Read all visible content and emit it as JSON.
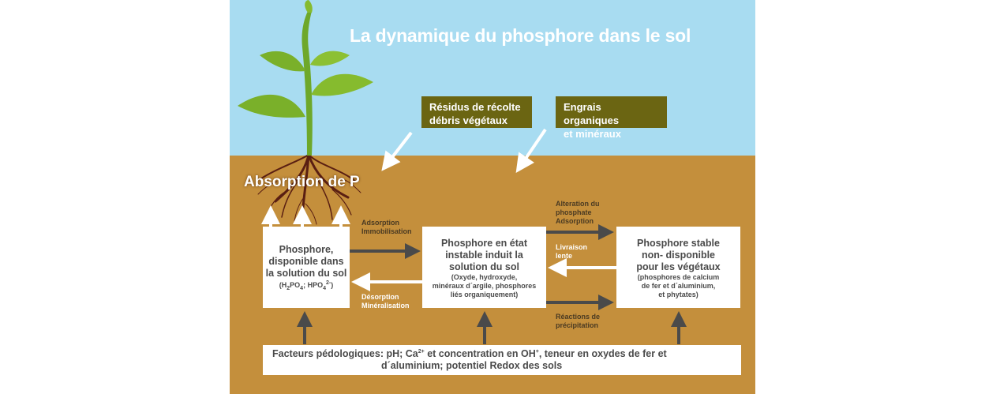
{
  "title": "La dynamique du phosphore dans le sol",
  "colors": {
    "sky": "#a8dcf1",
    "soil": "#c48f3c",
    "label_box": "#6b6512",
    "arrow_dark": "#4a4a4a",
    "arrow_light": "#ffffff",
    "plant": "#7ab02a",
    "root": "#5a1f12"
  },
  "icons": [
    "plant-icon",
    "roots-icon"
  ],
  "inputs": {
    "residues": [
      "Résidus de récolte",
      "débris végétaux"
    ],
    "fertilizers": [
      "Engrais organiques",
      "et minéraux"
    ]
  },
  "absorption_label": "Absorption de P",
  "boxes": {
    "available": {
      "main": [
        "Phosphore,",
        "disponible dans",
        "la solution du sol"
      ],
      "formula": {
        "a": "(H",
        "a_sub": "2",
        "b": "PO",
        "b_sub": "4",
        "c": "; HPO",
        "c_sub": "4",
        "c_sup": "2-",
        "d": ")"
      }
    },
    "unstable": {
      "main": [
        "Phosphore en état",
        "instable induit la",
        "solution du sol"
      ],
      "sub": [
        "(Oxyde, hydroxyde,",
        "minéraux d´argile, phosphores",
        "liés organiquement)"
      ]
    },
    "stable": {
      "main": [
        "Phosphore stable",
        "non- disponible",
        "pour les végétaux"
      ],
      "sub": [
        "(phosphores de calcium",
        "de fer et d´aluminium,",
        "et phytates)"
      ]
    }
  },
  "arrow_labels": {
    "adsorption": [
      "Adsorption",
      "Immobilisation"
    ],
    "desorption": [
      "Désorption",
      "Minéralisation"
    ],
    "alteration": [
      "Alteration du",
      "phosphate",
      "Adsorption"
    ],
    "delivery": [
      "Livraison",
      "lente"
    ],
    "precipitation": [
      "Réactions de",
      "précipitation"
    ]
  },
  "factors": {
    "lead": "Facteurs pédologiques:  pH; Ca",
    "ca_sup": "2+",
    "mid": " et concentration en OH",
    "oh_sup": "+",
    "tail": ", teneur en oxydes de fer et",
    "line2": "d´aluminium; potentiel Redox des sols"
  }
}
